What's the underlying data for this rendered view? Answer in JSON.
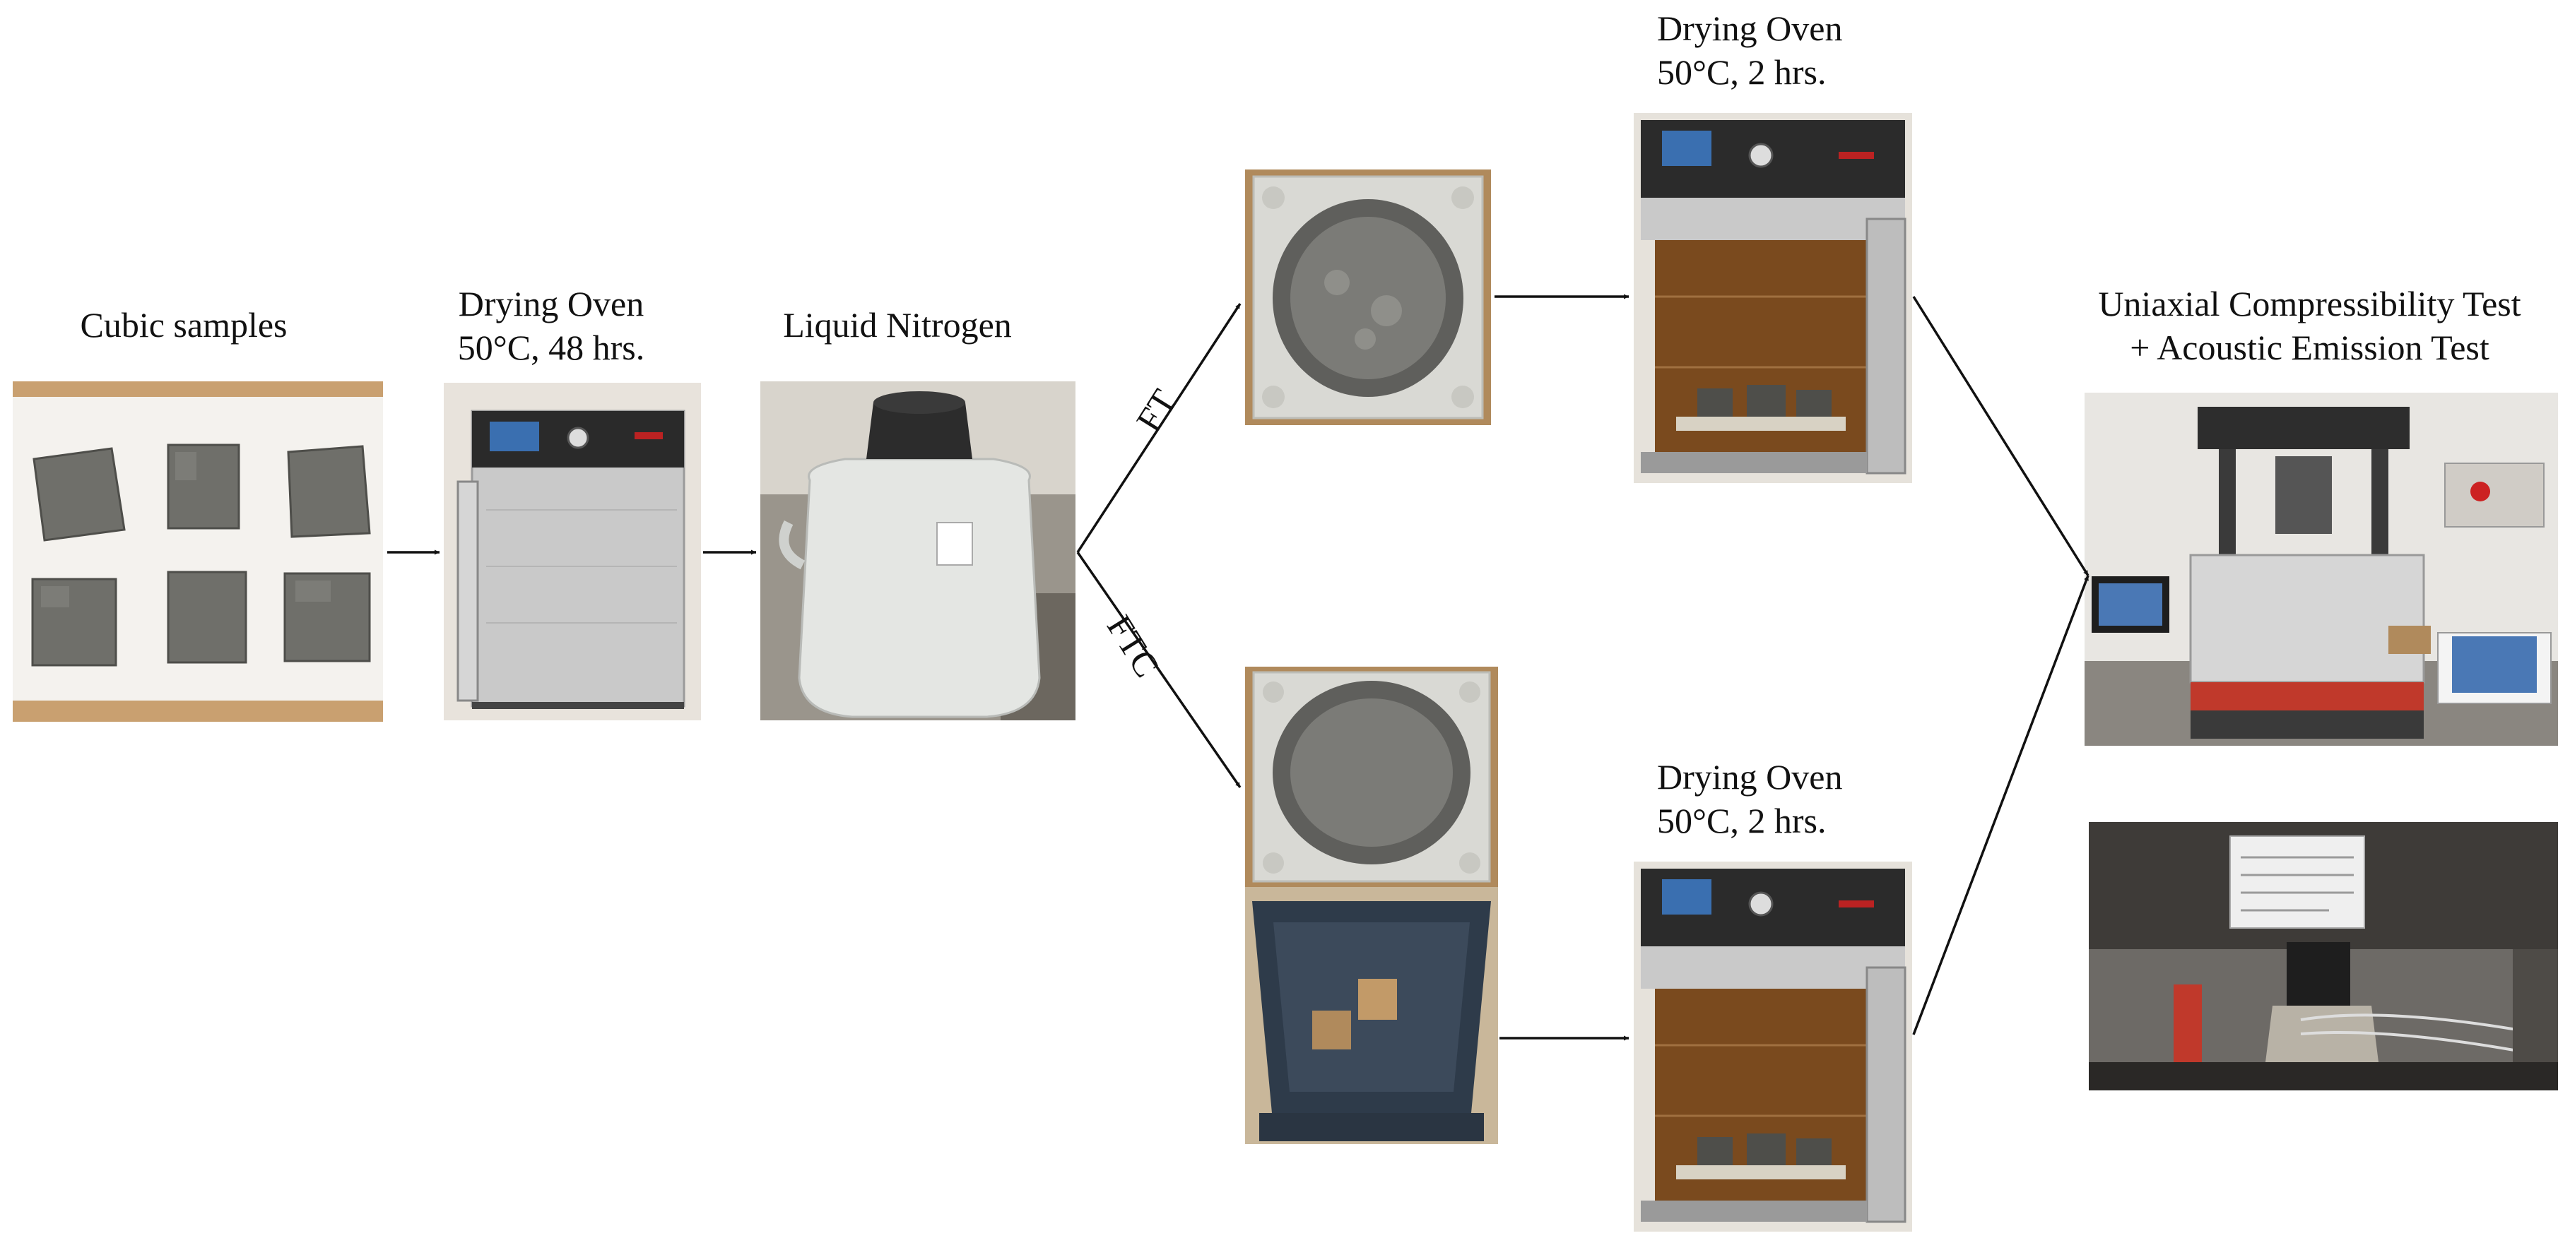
{
  "labels": {
    "cubic_samples": "Cubic samples",
    "oven1_title": "Drying Oven",
    "oven1_cond": "50°C, 48 hrs.",
    "nitrogen": "Liquid Nitrogen",
    "branch_ft": "FT",
    "branch_ftc": "FTC",
    "oven_ft_title": "Drying Oven",
    "oven_ft_cond": "50°C, 2 hrs.",
    "oven_ftc_title": "Drying Oven",
    "oven_ftc_cond": "50°C, 2 hrs.",
    "final_line1": "Uniaxial Compressibility Test",
    "final_line2": "+ Acoustic Emission Test"
  },
  "colors": {
    "oven_steel": "#c9c9c9",
    "oven_interior": "#7a4a1e",
    "styrofoam": "#d9d9d4",
    "blue_tub": "#2e3b4a",
    "cylinder": "#e4e6e3",
    "concrete": "#6f6f6a",
    "arrow": "#111111"
  }
}
